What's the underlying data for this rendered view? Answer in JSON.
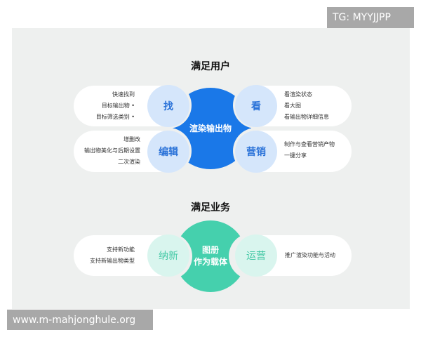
{
  "sections": {
    "users": {
      "title": "满足用户",
      "hub": "渲染输出物",
      "find": {
        "label": "找",
        "items": [
          "快速找到",
          "目标输出物 •",
          "目标筛选类别 •"
        ]
      },
      "view": {
        "label": "看",
        "items": [
          "看渲染状态",
          "看大图",
          "看输出物详细信息"
        ]
      },
      "edit": {
        "label": "编辑",
        "items": [
          "增删改",
          "输出物美化与后期设置",
          "二次渲染"
        ]
      },
      "market": {
        "label": "营销",
        "items": [
          "制作与查看营销产物",
          "一键分享"
        ]
      }
    },
    "business": {
      "title": "满足业务",
      "hub_line1": "图册",
      "hub_line2": "作为载体",
      "acquire": {
        "label": "纳新",
        "items": [
          "支持新功能",
          "支持新输出物类型"
        ]
      },
      "operate": {
        "label": "运营",
        "items": [
          "推广渲染功能与活动"
        ]
      }
    }
  },
  "colors": {
    "panel_bg": "#eef0ef",
    "blue_hub": "#1a78e8",
    "blue_circle": "#d5e6fb",
    "blue_text": "#2a72d8",
    "green_hub": "#45d0ad",
    "green_circle": "#d9f5ee",
    "green_text": "#45c9a6"
  },
  "watermarks": {
    "top": "TG: MYYJJPP",
    "bottom": "www.m-mahjonghule.org"
  }
}
